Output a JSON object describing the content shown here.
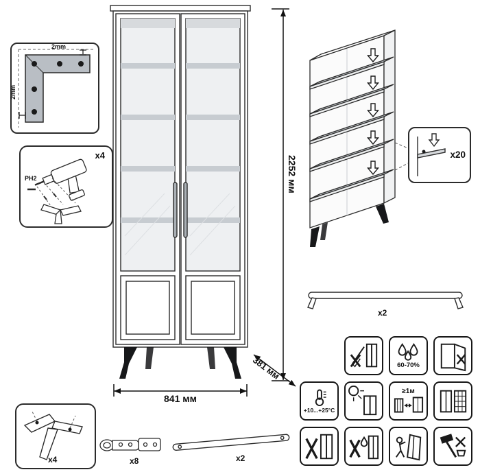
{
  "colors": {
    "line": "#1f1f1f",
    "shelf_gray": "#c7ccd1",
    "bracket_gray": "#b9bec4",
    "glass": "#eef0f2",
    "background": "#ffffff"
  },
  "dimensions": {
    "height": "2252 мм",
    "width": "841 мм",
    "depth": "381 мм"
  },
  "insets": {
    "corner_bracket": {
      "gap_top": "2mm",
      "gap_side": "2mm"
    },
    "drill": {
      "count": "x4",
      "bit": "PH2"
    },
    "shelf_pins": {
      "count": "x20"
    },
    "rail": {
      "count": "x2"
    }
  },
  "parts": {
    "leg": "x4",
    "hinge": "x8",
    "strip": "x2"
  },
  "care_icons": {
    "row1": [
      "no-sharp-objects",
      "humidity",
      "no-door-leaning"
    ],
    "row2": [
      "temperature-range",
      "no-direct-sunlight",
      "heat-source-distance",
      "ventilation-grid"
    ],
    "row3": [
      "no-dragging",
      "no-wet-cleaning",
      "no-climbing",
      "no-hammering"
    ],
    "humidity": "60-70%",
    "temperature": "+10...+25°C",
    "distance": "≥1м"
  }
}
